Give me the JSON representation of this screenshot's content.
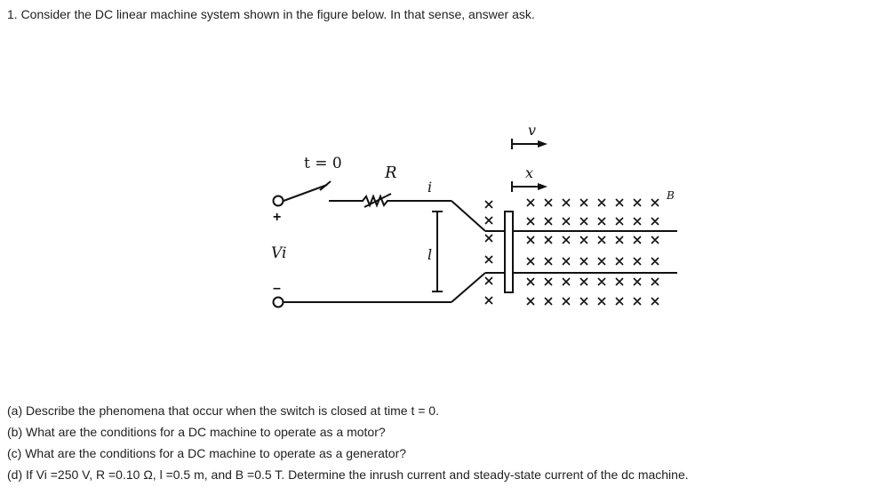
{
  "header": {
    "title": "1. Consider the DC linear machine system shown in the figure below. In that sense, answer ask."
  },
  "figure": {
    "label_switch": "t = 0",
    "label_R": "R",
    "label_i": "i",
    "label_v": "v",
    "label_x": "x",
    "label_B": "B",
    "label_Vi": "Vi",
    "label_l": "l",
    "plus": "+",
    "minus": "–"
  },
  "questions": [
    {
      "text": "(a) Describe the phenomena that occur when the switch is closed at time t = 0."
    },
    {
      "text": "(b) What are the conditions for a DC machine to operate as a motor?"
    },
    {
      "text": "(c) What are the conditions for a DC machine to operate as a generator?"
    },
    {
      "text": "(d) If Vi =250 V, R =0.10 Ω, l =0.5 m, and B =0.5 T. Determine the inrush current and steady-state current of the dc machine."
    }
  ]
}
